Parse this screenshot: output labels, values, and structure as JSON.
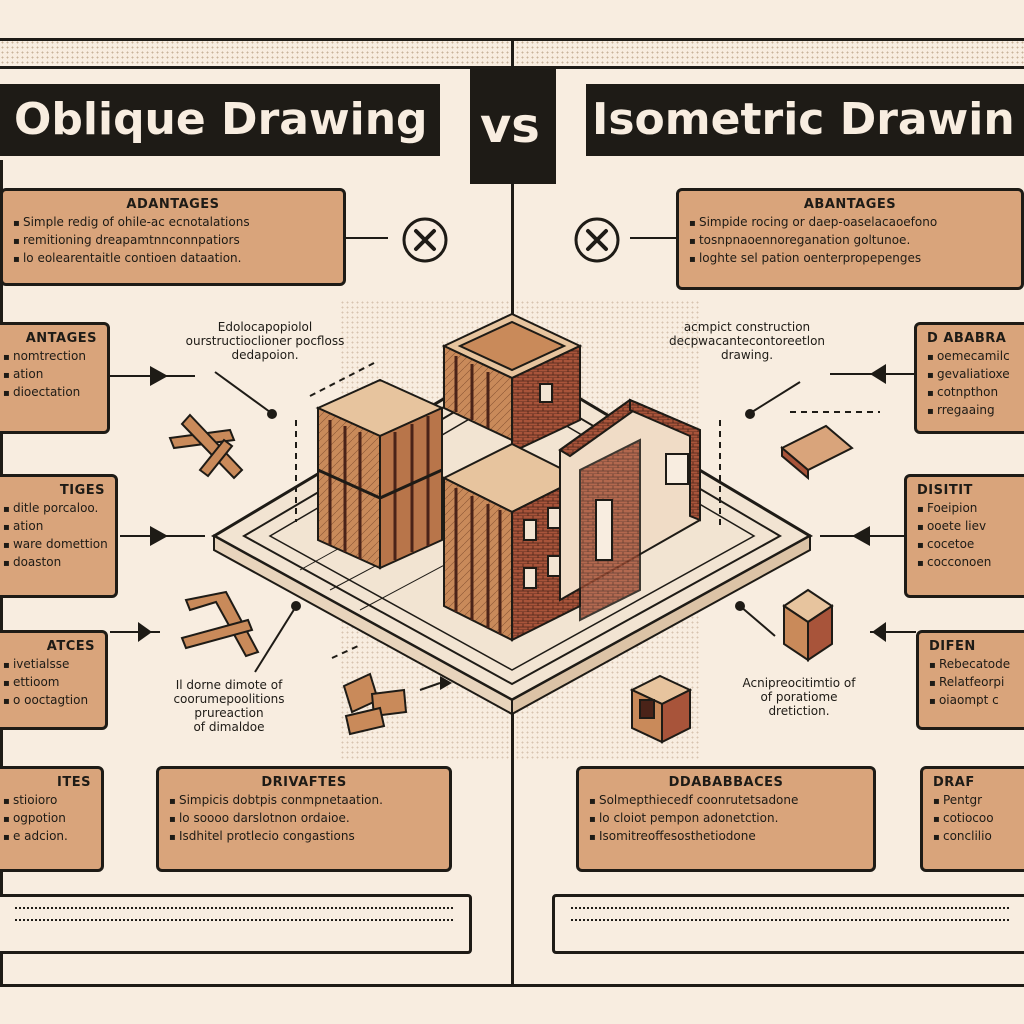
{
  "header": {
    "left_title": "Oblique Drawing",
    "vs_label": "vs",
    "right_title": "Isometric Drawin"
  },
  "left": {
    "top_box": {
      "heading": "ADANTAGES",
      "lines": [
        "Simple redig of ohile-ac ecnotalations",
        "remitioning dreapamtnnconnpatiors",
        "lo eolearentaitle contioen dataation."
      ]
    },
    "side_boxes": [
      {
        "heading": "ANTAGES",
        "lines": [
          "nomtrection",
          "ation",
          "dioectation"
        ]
      },
      {
        "heading": "TIGES",
        "lines": [
          "ditle porcaloo.",
          "ation",
          "ware domettion",
          "doaston"
        ]
      },
      {
        "heading": "ATCES",
        "lines": [
          "ivetialsse",
          "ettioom",
          "o ooctagtion"
        ]
      },
      {
        "heading": "ITES",
        "lines": [
          "stioioro",
          "ogpotion",
          "e adcion."
        ]
      }
    ],
    "bottom_box": {
      "heading": "DRIVAFTES",
      "lines": [
        "Simpicis dobtpis conmpnetaation.",
        "lo soooo darslotnon ordaioe.",
        "Isdhitel protlecio congastions"
      ]
    },
    "caption_top": [
      "Edolocapopiolol",
      "ourstructioclioner pocfloss",
      "dedapoion."
    ],
    "caption_bottom": [
      "Il dorne dimote of",
      "coorumepoolitions",
      "prureaction",
      "of dimaldoe"
    ]
  },
  "right": {
    "top_box": {
      "heading": "ABANTAGES",
      "lines": [
        "Simpide rocing or daep-oaselacaoefono",
        "tosnpnaoennoreganation goltunoe.",
        "loghte sel pation oenterpropepenges"
      ]
    },
    "side_boxes": [
      {
        "heading": "D ABABRA",
        "lines": [
          "oemecamilc",
          "gevaliatioxe",
          "cotnpthon",
          "rregaaing"
        ]
      },
      {
        "heading": "DISITIT",
        "lines": [
          "Foeipion",
          "ooete liev",
          "cocetoe",
          "cocconoen"
        ]
      },
      {
        "heading": "DIFEN",
        "lines": [
          "Rebecatode",
          "Relatfeorpi",
          "oiaompt c"
        ]
      },
      {
        "heading": "DRAF",
        "lines": [
          "Pentgr",
          "cotiocoo",
          "conclilio"
        ]
      }
    ],
    "bottom_box": {
      "heading": "DDABABBACES",
      "lines": [
        "Solmepthiecedf coonrutetsadone",
        "lo cloiot pempon adonetction.",
        "Isomitreoffesosthetiodone"
      ]
    },
    "caption_top": [
      "acmpict construction",
      "decpwacantecontoreetlon",
      "drawing."
    ],
    "caption_bottom": [
      "Acnipreocitimtio of",
      "of poratiome",
      "dretiction."
    ]
  },
  "icons": {
    "left_x": "close-circle-icon",
    "right_x": "close-circle-icon"
  },
  "colors": {
    "background": "#f8ede0",
    "box_fill": "#d9a47b",
    "ink": "#1e1b16",
    "brick": "#a8543a",
    "wood": "#c98a5a"
  }
}
